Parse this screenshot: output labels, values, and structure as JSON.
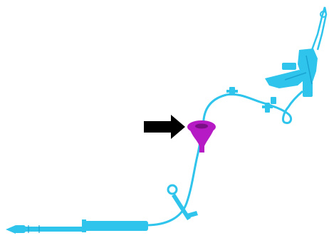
{
  "colors": {
    "background": "#ffffff",
    "cable": "#2fc4ec",
    "cable_dark": "#1aa3d1",
    "grommet": "#b51ac4",
    "grommet_dark": "#7a0f86",
    "arrow": "#000000"
  },
  "parts": {
    "cable": "cable-assembly",
    "grommet": "highlighted-grommet",
    "arrow": "pointer-arrow"
  }
}
